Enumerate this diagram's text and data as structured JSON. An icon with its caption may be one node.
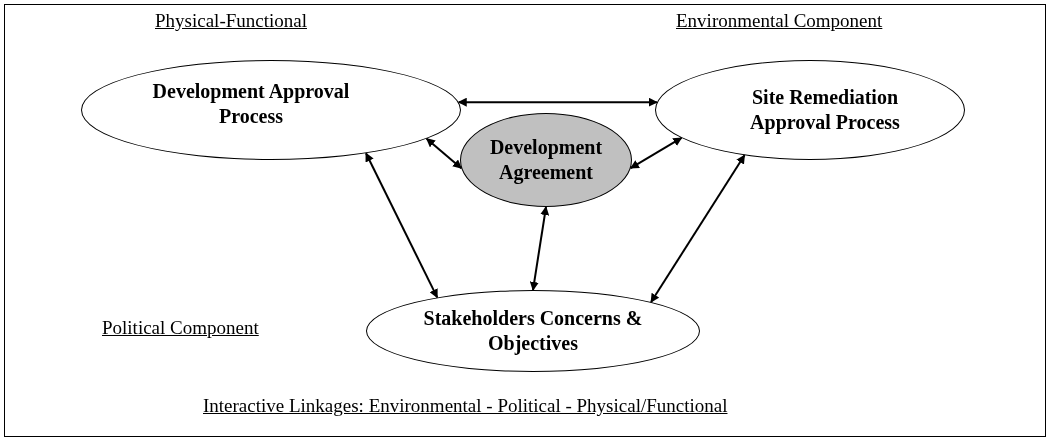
{
  "diagram": {
    "nodes": [
      {
        "text": [
          "Development Approval Process"
        ]
      },
      {
        "text": [
          "Site Remediation Approval Process"
        ]
      },
      {
        "text": [
          "Development Agreement"
        ]
      },
      {
        "text": [
          "Stakeholders Concerns & Objectives"
        ]
      }
    ],
    "edges": [
      {
        "from": 0,
        "to": 1,
        "arrow": "both"
      },
      {
        "from": 0,
        "to": 2,
        "arrow": "both"
      },
      {
        "from": 1,
        "to": 2,
        "arrow": "both"
      },
      {
        "from": 0,
        "to": 3,
        "arrow": "both"
      },
      {
        "from": 1,
        "to": 3,
        "arrow": "both"
      },
      {
        "from": 2,
        "to": 3,
        "arrow": "both"
      }
    ],
    "labels": [
      "Physical-Functional",
      "Environmental Component",
      "Political Component",
      "Interactive Linkages: Environmental - Political - Physical/Functional"
    ]
  }
}
